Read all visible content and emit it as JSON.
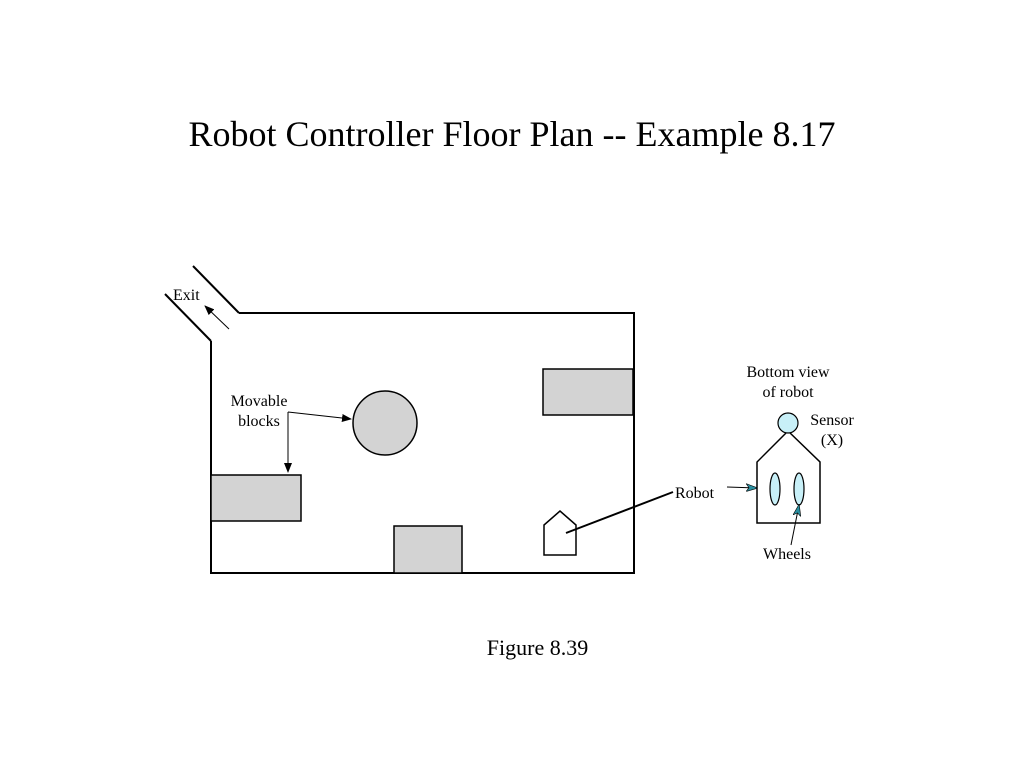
{
  "title": "Robot Controller Floor Plan -- Example 8.17",
  "caption": "Figure 8.39",
  "labels": {
    "exit": "Exit",
    "movable_line1": "Movable",
    "movable_line2": "blocks",
    "robot": "Robot",
    "bottom_view_line1": "Bottom view",
    "bottom_view_line2": "of robot",
    "sensor_line1": "Sensor",
    "sensor_line2": "(X)",
    "wheels": "Wheels"
  },
  "colors": {
    "block_fill": "#d3d3d3",
    "sensor_fill": "#c8f0f8",
    "wheel_fill": "#c8f0f8",
    "arrow_accent": "#2a8fa0"
  }
}
